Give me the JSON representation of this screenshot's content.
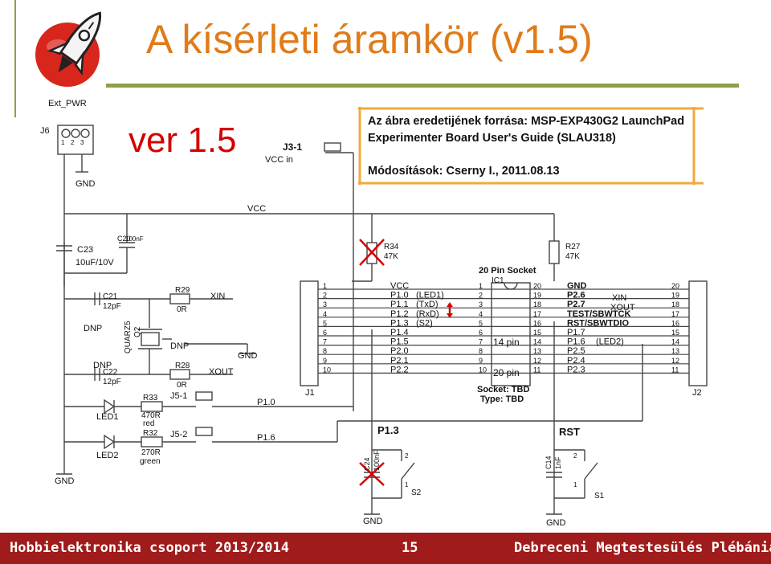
{
  "slide": {
    "title": "A kísérleti áramkör (v1.5)",
    "version_label": "ver 1.5",
    "note": {
      "line1": "Az ábra eredetijének forrása: MSP-EXP430G2 LaunchPad",
      "line2": "Experimenter Board User's Guide (SLAU318)",
      "line3": "Módosítások: Cserny I., 2011.08.13"
    },
    "footer": {
      "left": "Hobbielektronika csoport 2013/2014",
      "page": "15",
      "right": "Debreceni Megtestesülés Plébánia"
    }
  },
  "schematic": {
    "ext_pwr": "Ext_PWR",
    "j6": "J6",
    "j6_pins": [
      "1",
      "2",
      "3"
    ],
    "gnd": "GND",
    "j3_1": "J3-1",
    "vcc_in": "VCC in",
    "vcc": "VCC",
    "c23": "C23",
    "c23_value": "10uF/10V",
    "c20": "C20",
    "c20_value": "100nF",
    "r34": "R34",
    "r34_value": "47K",
    "r27": "R27",
    "r27_value": "47K",
    "c21": "C21",
    "c21_value": "12pF",
    "r29": "R29",
    "r29_value": "0R",
    "xin": "XIN",
    "dnp": "DNP",
    "quartz": "QUARZ5",
    "q2": "Q2",
    "c22": "C22",
    "c22_value": "12pF",
    "r28": "R28",
    "r28_value": "0R",
    "xout": "XOUT",
    "j5_1": "J5-1",
    "j5_2": "J5-2",
    "r33": "R33",
    "r33_value": "470R",
    "r33_color": "red",
    "r32": "R32",
    "r32_value": "270R",
    "r32_color": "green",
    "led1": "LED1",
    "led2": "LED2",
    "p10": "P1.0",
    "p16": "P1.6",
    "socket_title": "20 Pin Socket",
    "ic1": "IC1",
    "pin14": "14 pin",
    "pin20": "20 pin",
    "socket_type": "Socket: TBD",
    "socket_type2": "Type: TBD",
    "j1": "J1",
    "j2": "J2",
    "pins_left": [
      "1",
      "2",
      "3",
      "4",
      "5",
      "6",
      "7",
      "8",
      "9",
      "10"
    ],
    "pins_right": [
      "20",
      "19",
      "18",
      "17",
      "16",
      "15",
      "14",
      "13",
      "12",
      "11"
    ],
    "signals_left": [
      "VCC",
      "P1.0",
      "P1.1",
      "P1.2",
      "P1.3",
      "P1.4",
      "P1.5",
      "P2.0",
      "P2.1",
      "P2.2"
    ],
    "signals_right": [
      "GND",
      "P2.6",
      "P2.7",
      "TEST/SBWTCK",
      "RST/SBWTDIO",
      "P1.7",
      "P1.6",
      "P2.5",
      "P2.4",
      "P2.3"
    ],
    "annot_left": [
      "(LED1)",
      "(TxD)",
      "(RxD)",
      "(S2)"
    ],
    "annot_right": "(LED2)",
    "j2_xin": "XIN",
    "j2_xout": "XOUT",
    "p13_label": "P1.3",
    "rst_label": "RST",
    "c24": "C24",
    "c24_value": "100nF",
    "c14": "C14",
    "c14_value": "1nF",
    "s2": "S2",
    "s1": "S1",
    "sw_pins": [
      "1",
      "2"
    ]
  },
  "colors": {
    "title": "#e07b1a",
    "accent_rule": "#8aa04c",
    "version": "#d40000",
    "note_border": "#f2a93b",
    "footer_bg": "#a01b1b",
    "schematic_line": "#444444",
    "cross": "#d40000",
    "logo_red": "#d8261c"
  }
}
